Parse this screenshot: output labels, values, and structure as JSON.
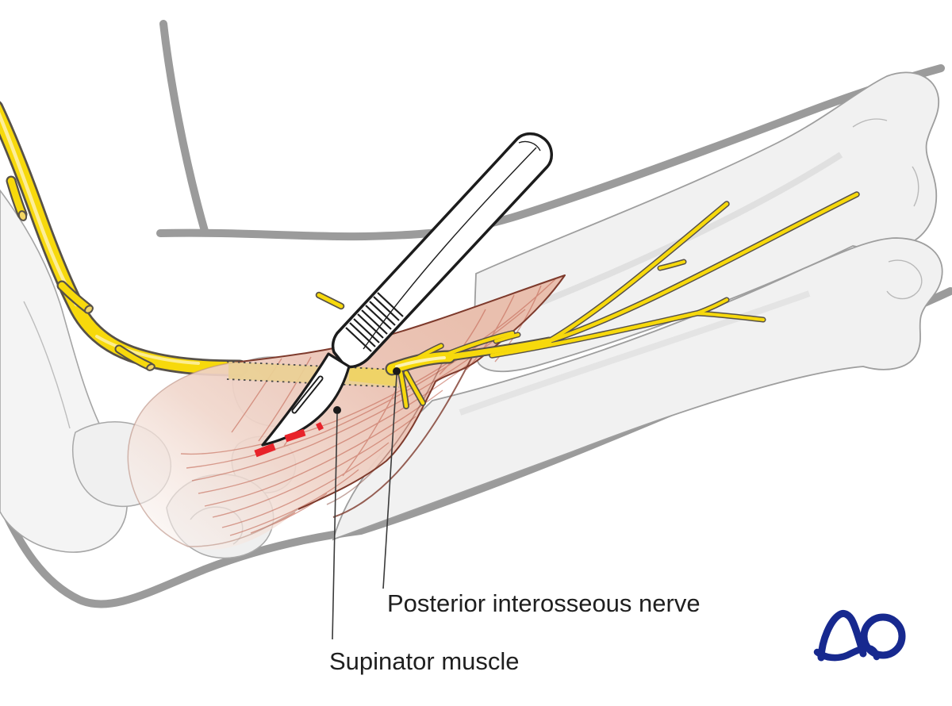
{
  "labels": {
    "posterior_interosseous_nerve": "Posterior interosseous nerve",
    "supinator_muscle": "Supinator muscle"
  },
  "logo": {
    "text": "AO",
    "color": "#17298f"
  },
  "colors": {
    "background": "#ffffff",
    "body_outline_gray": "#9b9b9b",
    "bone_fill": "#f2f2f2",
    "bone_outline": "#a0a0a0",
    "muscle_pink": "#ecc6b8",
    "muscle_striation": "#c46856",
    "muscle_edge": "#7e3a2c",
    "nerve_yellow": "#f7d90c",
    "nerve_outline": "#575148",
    "exposure_band_tan": "#ead095",
    "incision_red": "#e8232a",
    "label_text": "#1f1f1f"
  }
}
